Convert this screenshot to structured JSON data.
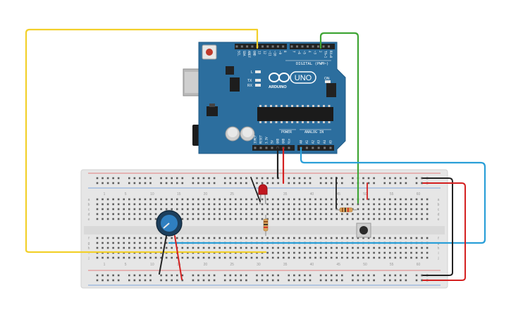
{
  "board": {
    "brand": "ARDUINO",
    "model": "UNO",
    "digital_header": "DIGITAL (PWM~)",
    "power_header": "POWER",
    "analog_header": "ANALOG IN",
    "on_label": "ON",
    "led_l": "L",
    "led_tx": "TX",
    "led_rx": "RX",
    "top_pins": [
      "SCL",
      "SDA",
      "AREF",
      "GND",
      "13",
      "12",
      "~11",
      "~10",
      "~9",
      "8",
      "7",
      "~6",
      "~5",
      "4",
      "~3",
      "2",
      "TX▸1",
      "RX◂0"
    ],
    "power_pins": [
      "IOREF",
      "RESET",
      "3.3V",
      "5V",
      "GND",
      "GND",
      "Vin"
    ],
    "analog_pins": [
      "A0",
      "A1",
      "A2",
      "A3",
      "A4",
      "A5"
    ]
  },
  "breadboard": {
    "col_numbers": [
      "1",
      "5",
      "10",
      "15",
      "20",
      "25",
      "30",
      "35",
      "40",
      "45",
      "50",
      "55",
      "60"
    ],
    "row_letters_top": [
      "a",
      "b",
      "c",
      "d",
      "e"
    ],
    "row_letters_bottom": [
      "f",
      "g",
      "h",
      "i",
      "j"
    ]
  },
  "colors": {
    "board_blue": "#2c6e9e",
    "wire_yellow": "#f2d02b",
    "wire_green": "#3fa535",
    "wire_blue": "#2a9fd8",
    "wire_black": "#222222",
    "wire_red": "#d42020",
    "led_red": "#c0171f",
    "breadboard": "#e7e7e7",
    "rail_red": "#d33",
    "rail_blue": "#37c"
  }
}
